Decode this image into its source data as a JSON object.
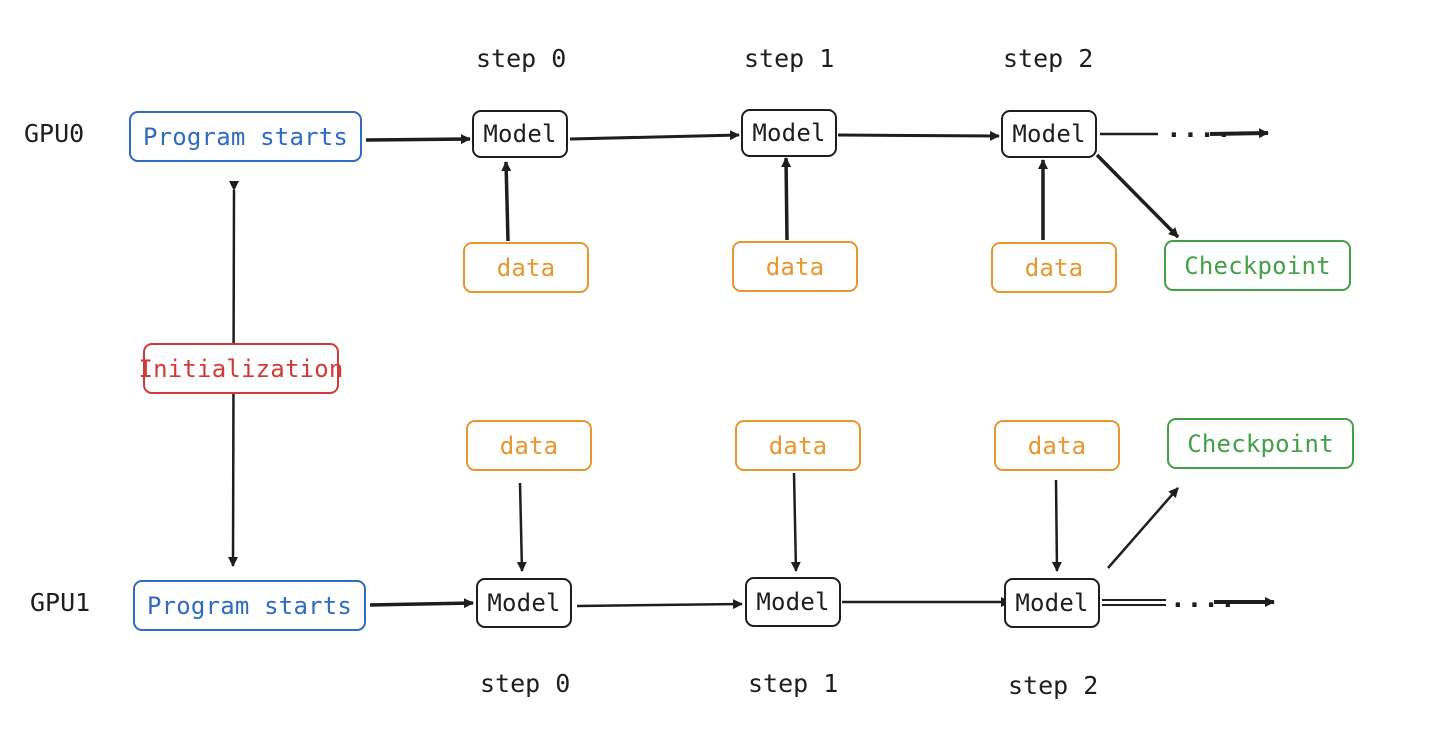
{
  "colors": {
    "ink": "#1e1e1e",
    "program": "#2f6bc0",
    "data": "#e8962e",
    "checkpoint": "#43a047",
    "init": "#d23a3a"
  },
  "lanes": {
    "gpu0": "GPU0",
    "gpu1": "GPU1"
  },
  "steps_top": [
    "step 0",
    "step 1",
    "step 2"
  ],
  "steps_bottom": [
    "step 0",
    "step 1",
    "step 2"
  ],
  "gpu0": {
    "program": "Program starts",
    "models": [
      "Model",
      "Model",
      "Model"
    ],
    "data": [
      "data",
      "data",
      "data"
    ],
    "checkpoint": "Checkpoint",
    "continuation": "...."
  },
  "gpu1": {
    "program": "Program starts",
    "models": [
      "Model",
      "Model",
      "Model"
    ],
    "data": [
      "data",
      "data",
      "data"
    ],
    "checkpoint": "Checkpoint",
    "continuation": "...."
  },
  "init": "Initialization"
}
